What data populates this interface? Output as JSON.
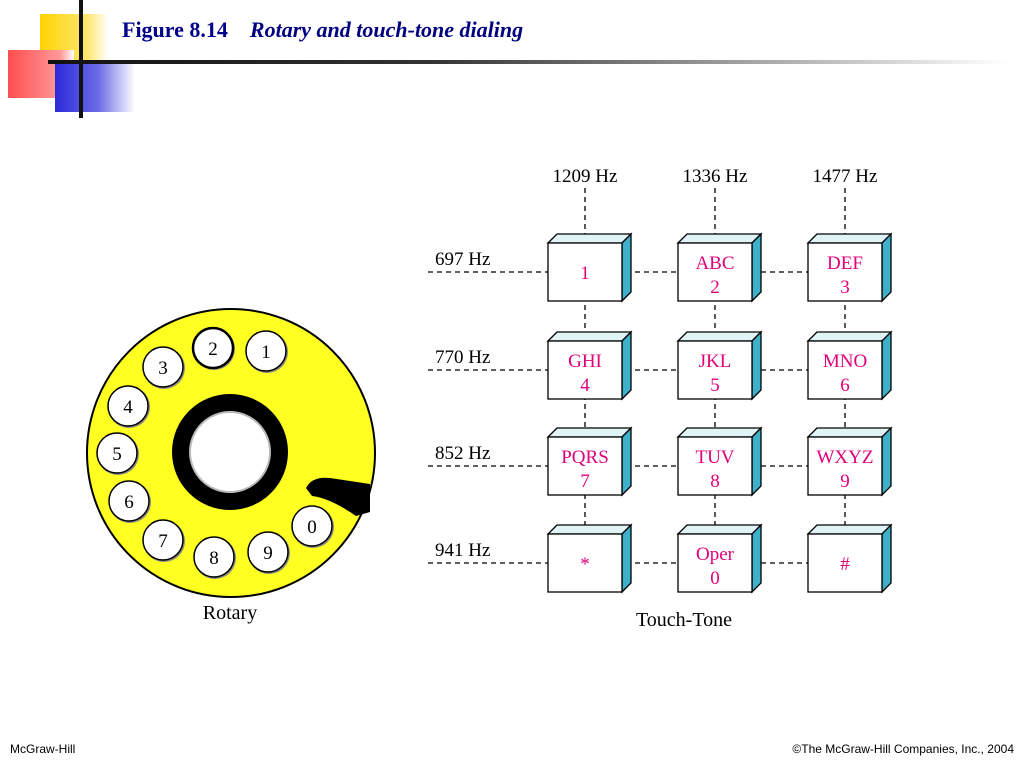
{
  "title": {
    "figure": "Figure 8.14",
    "text": "Rotary and touch-tone dialing"
  },
  "rotary": {
    "label": "Rotary",
    "holes": [
      "1",
      "2",
      "3",
      "4",
      "5",
      "6",
      "7",
      "8",
      "9",
      "0"
    ]
  },
  "touchtone": {
    "label": "Touch-Tone",
    "columns": [
      "1209 Hz",
      "1336 Hz",
      "1477 Hz"
    ],
    "rows": [
      "697 Hz",
      "770 Hz",
      "852 Hz",
      "941 Hz"
    ],
    "keys": [
      [
        [
          "1"
        ],
        [
          "ABC",
          "2"
        ],
        [
          "DEF",
          "3"
        ]
      ],
      [
        [
          "GHI",
          "4"
        ],
        [
          "JKL",
          "5"
        ],
        [
          "MNO",
          "6"
        ]
      ],
      [
        [
          "PQRS",
          "7"
        ],
        [
          "TUV",
          "8"
        ],
        [
          "WXYZ",
          "9"
        ]
      ],
      [
        [
          "*"
        ],
        [
          "Oper",
          "0"
        ],
        [
          "#"
        ]
      ]
    ]
  },
  "footer": {
    "left": "McGraw-Hill",
    "right": "©The McGraw-Hill Companies, Inc., 2004"
  },
  "colors": {
    "title": "#00008b",
    "key_text": "#e0007a",
    "key_side": "#3fb0c9",
    "dial_fill": "#ffff22"
  }
}
